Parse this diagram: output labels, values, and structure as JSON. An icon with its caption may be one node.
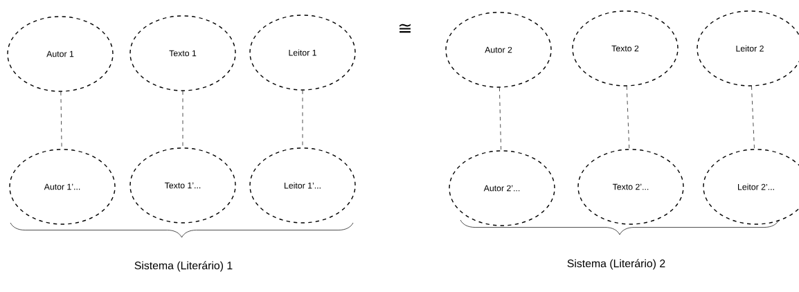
{
  "diagram": {
    "nodes": [
      {
        "text": [
          "Autor 1"
        ]
      },
      {
        "text": [
          "Texto 1"
        ]
      },
      {
        "text": [
          "Leitor 1"
        ]
      },
      {
        "text": [
          "Autor 2"
        ]
      },
      {
        "text": [
          "Texto 2"
        ]
      },
      {
        "text": [
          "Leitor 2"
        ]
      },
      {
        "text": [
          "Autor 1’..."
        ]
      },
      {
        "text": [
          "Texto 1’..."
        ]
      },
      {
        "text": [
          "Leitor 1’..."
        ]
      },
      {
        "text": [
          "Autor 2’..."
        ]
      },
      {
        "text": [
          "Texto  2’..."
        ]
      },
      {
        "text": [
          "Leitor 2’..."
        ]
      }
    ],
    "edges": [
      {
        "from": 0,
        "to": 6,
        "arrow": "none",
        "style": "dashed"
      },
      {
        "from": 1,
        "to": 7,
        "arrow": "none",
        "style": "dashed"
      },
      {
        "from": 2,
        "to": 8,
        "arrow": "none",
        "style": "dashed"
      },
      {
        "from": 3,
        "to": 9,
        "arrow": "none",
        "style": "dashed"
      },
      {
        "from": 4,
        "to": 10,
        "arrow": "none",
        "style": "dashed"
      },
      {
        "from": 5,
        "to": 11,
        "arrow": "none",
        "style": "dashed"
      }
    ],
    "labels": [
      "≅",
      "Sistema (Literário) 1",
      "Sistema (Literário) 2"
    ]
  }
}
